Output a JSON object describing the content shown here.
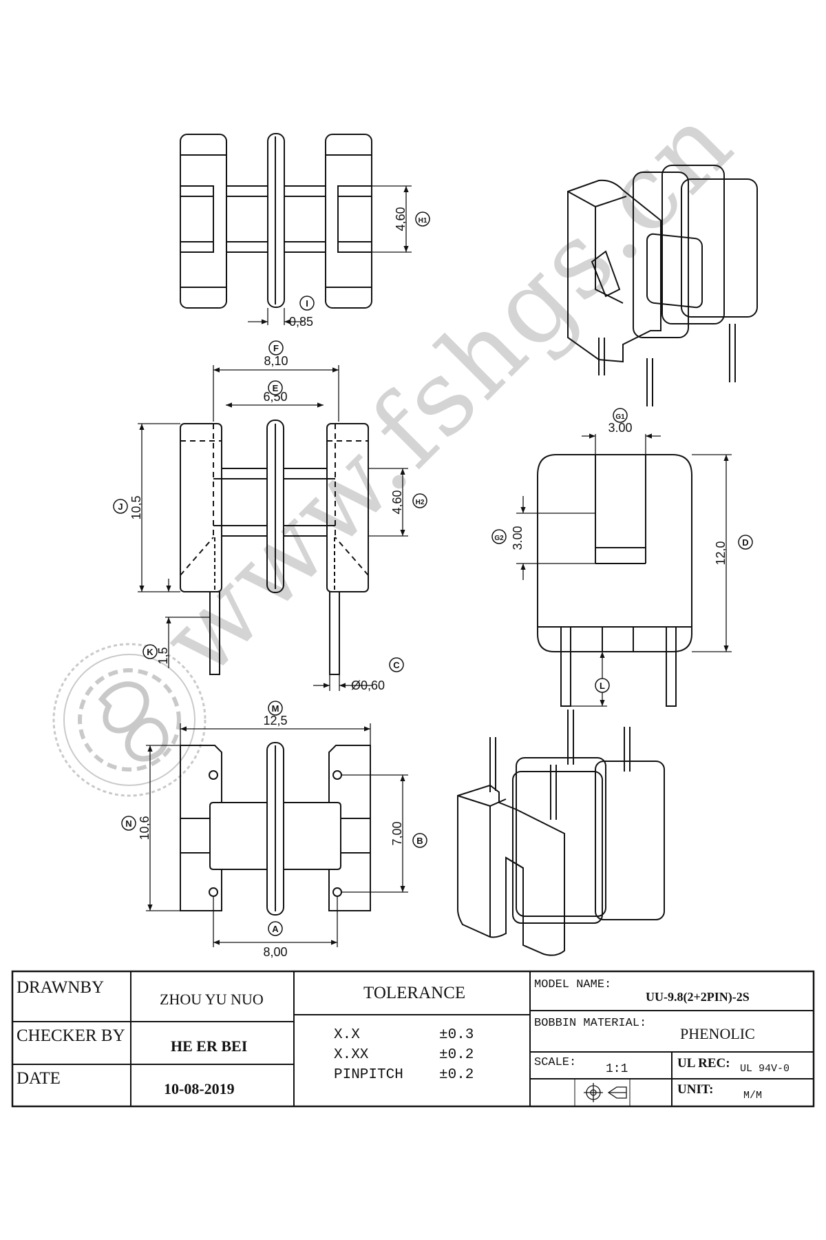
{
  "dimensions": {
    "H1": {
      "letter": "H1",
      "value": "4,60"
    },
    "I": {
      "letter": "I",
      "value": "0,85"
    },
    "F": {
      "letter": "F",
      "value": "8,10"
    },
    "E": {
      "letter": "E",
      "value": "6,50"
    },
    "J": {
      "letter": "J",
      "value": "10,5"
    },
    "H2": {
      "letter": "H2",
      "value": "4,60"
    },
    "K": {
      "letter": "K",
      "value": "1,5"
    },
    "C": {
      "letter": "C",
      "value": "Ø0,60"
    },
    "G1": {
      "letter": "G1",
      "value": "3.00"
    },
    "G2": {
      "letter": "G2",
      "value": "3.00"
    },
    "D": {
      "letter": "D",
      "value": "12,0"
    },
    "L": {
      "letter": "L",
      "value": ""
    },
    "M": {
      "letter": "M",
      "value": "12,5"
    },
    "N": {
      "letter": "N",
      "value": "10,6"
    },
    "B": {
      "letter": "B",
      "value": "7,00"
    },
    "A": {
      "letter": "A",
      "value": "8,00"
    }
  },
  "watermark": {
    "text": "www.fshgs.cn"
  },
  "title_block": {
    "drawn_by_label": "DRAWNBY",
    "drawn_by_value": "ZHOU YU NUO",
    "checker_label": "CHECKER BY",
    "checker_value": "HE ER BEI",
    "date_label": "DATE",
    "date_value": "10-08-2019",
    "tolerance_label": "TOLERANCE",
    "tol_rows": [
      {
        "name": "X.X",
        "value": "±0.3"
      },
      {
        "name": "X.XX",
        "value": "±0.2"
      },
      {
        "name": "PINPITCH",
        "value": "±0.2"
      }
    ],
    "model_label": "MODEL NAME:",
    "model_value": "UU-9.8(2+2PIN)-2S",
    "material_label": "BOBBIN MATERIAL:",
    "material_value": "PHENOLIC",
    "scale_label": "SCALE:",
    "scale_value": "1:1",
    "ul_label": "UL REC:",
    "ul_value": "UL 94V-0",
    "unit_label": "UNIT:",
    "unit_value": "M/M"
  }
}
